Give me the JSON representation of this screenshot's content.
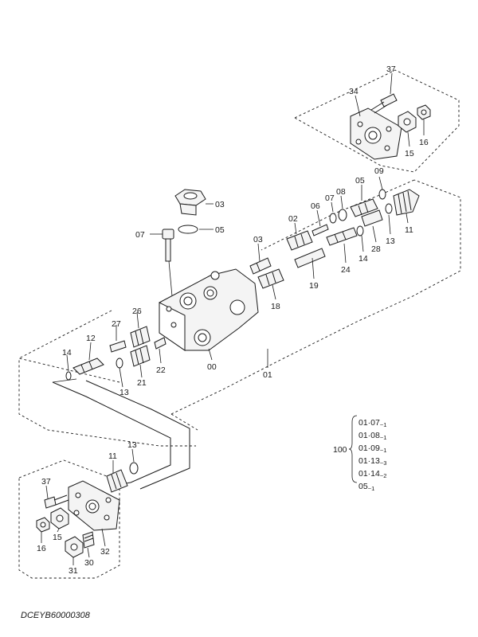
{
  "figure_code": "DCEYB60000308",
  "callouts": {
    "p37_top": "37",
    "p34": "34",
    "p15_top": "15",
    "p16_top": "16",
    "p03_cap": "03",
    "p05_oring": "05",
    "p07_bolt": "07",
    "p09": "09",
    "p08": "08",
    "p07_b": "07",
    "p05_b": "05",
    "p06": "06",
    "p02": "02",
    "p03_b": "03",
    "p11_top": "11",
    "p13_b": "13",
    "p28": "28",
    "p14_b": "14",
    "p24": "24",
    "p19": "19",
    "p18": "18",
    "p26": "26",
    "p27": "27",
    "p12": "12",
    "p14_left": "14",
    "p13_left": "13",
    "p21": "21",
    "p22": "22",
    "p00": "00",
    "p01": "01",
    "p13_low": "13",
    "p11_low": "11",
    "p37_low": "37",
    "p15_low": "15",
    "p16_low": "16",
    "p32": "32",
    "p30": "30",
    "p31": "31"
  },
  "kit": {
    "number": "100",
    "items": [
      {
        "main": "01·07",
        "qty": "~1"
      },
      {
        "main": "01·08",
        "qty": "~1"
      },
      {
        "main": "01·09",
        "qty": "~1"
      },
      {
        "main": "01·13",
        "qty": "~3"
      },
      {
        "main": "01·14",
        "qty": "~2"
      },
      {
        "main": "05",
        "qty": "~1"
      }
    ]
  }
}
